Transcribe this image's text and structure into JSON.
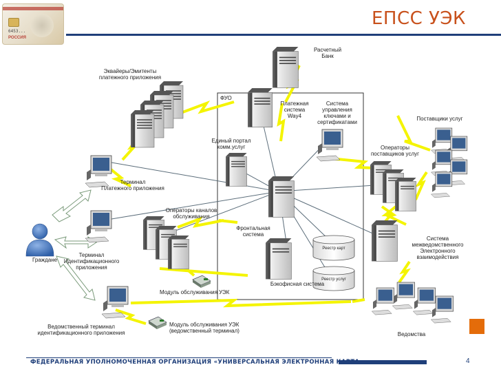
{
  "slide": {
    "title": "ЕПСС УЭК",
    "footer": "ФЕДЕРАЛЬНАЯ УПОЛНОМОЧЕННАЯ ОРГАНИЗАЦИЯ «УНИВЕРСАЛЬНАЯ ЭЛЕКТРОННАЯ КАРТА»",
    "page_number": "4",
    "colors": {
      "title": "#c8511c",
      "brand_blue": "#1f3f7a",
      "accent_orange": "#e46c0a",
      "link_yellow": "#ffff00"
    }
  },
  "card": {
    "number_text": "6453...",
    "country_text": "РОССИЯ"
  },
  "labels": {
    "acquirers_line1": "Эквайеры/Эмитенты",
    "acquirers_line2": "платежного приложения",
    "settlement_bank_line1": "Расчетный",
    "settlement_bank_line2": "Банк",
    "fuo": "ФУО",
    "payment_system_line1": "Платежная",
    "payment_system_line2": "система",
    "payment_system_line3": "Way4",
    "key_mgmt_line1": "Система",
    "key_mgmt_line2": "управления",
    "key_mgmt_line3": "ключами и",
    "key_mgmt_line4": "сертификатами",
    "service_suppliers": "Поставщики услуг",
    "portal_line1": "Единый портал",
    "portal_line2": "комм.услуг",
    "supplier_operators_line1": "Операторы",
    "supplier_operators_line2": "поставщиков услуг",
    "payment_terminal_line1": "Терминал",
    "payment_terminal_line2": "Платежного приложения",
    "channel_operators_line1": "Операторы каналов",
    "channel_operators_line2": "обслуживания",
    "front_system_line1": "Фронтальная",
    "front_system_line2": "система",
    "card_registry": "Реестр карт",
    "service_registry": "Реестр услуг",
    "interagency_line1": "Система",
    "interagency_line2": "межведомственного",
    "interagency_line3": "Электронного",
    "interagency_line4": "взаимодействия",
    "citizens": "Граждане",
    "id_terminal_line1": "Терминал",
    "id_terminal_line2": "Идентификационного",
    "id_terminal_line3": "приложения",
    "back_office": "Бэкофисная система",
    "uek_module": "Модуль обслуживания УЭК",
    "uek_module_agency_line1": "Модуль обслуживания УЭК",
    "uek_module_agency_line2": "(ведомственный терминал)",
    "agency_terminal_line1": "Ведомственный терминал",
    "agency_terminal_line2": "идентификационного приложения",
    "agencies": "Ведомства"
  }
}
